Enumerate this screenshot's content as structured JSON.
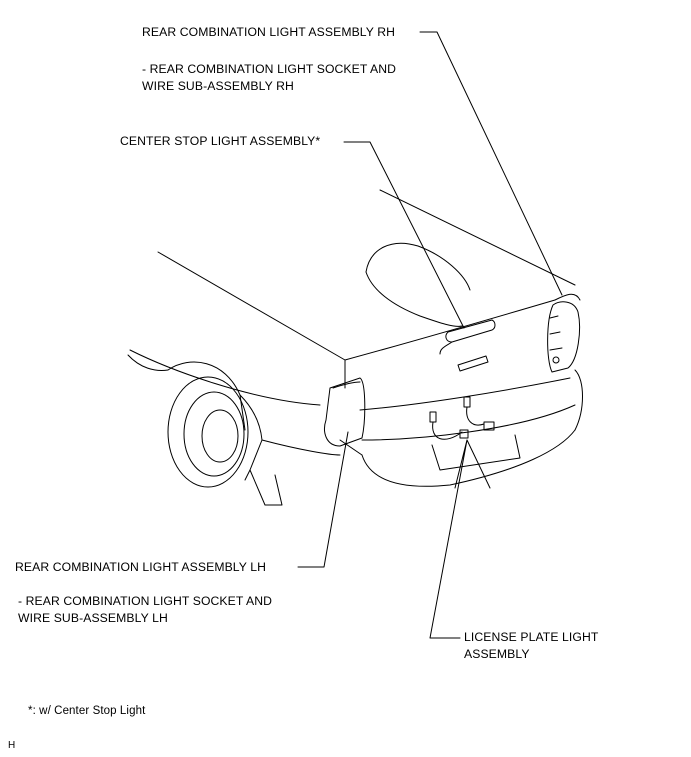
{
  "labels": {
    "rear_combo_rh": "REAR COMBINATION LIGHT ASSEMBLY RH",
    "rear_combo_rh_socket_1": "- REAR COMBINATION LIGHT SOCKET AND",
    "rear_combo_rh_socket_2": "WIRE SUB-ASSEMBLY RH",
    "center_stop": "CENTER STOP LIGHT ASSEMBLY*",
    "rear_combo_lh": "REAR COMBINATION LIGHT ASSEMBLY LH",
    "rear_combo_lh_socket_1": "- REAR COMBINATION LIGHT SOCKET AND",
    "rear_combo_lh_socket_2": "WIRE SUB-ASSEMBLY LH",
    "license_plate_1": "LICENSE PLATE LIGHT",
    "license_plate_2": "ASSEMBLY"
  },
  "footnote": "*: w/ Center Stop Light",
  "figure_code": "H"
}
